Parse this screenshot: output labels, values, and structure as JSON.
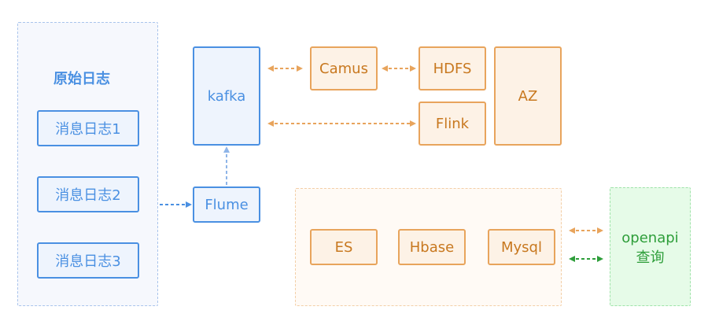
{
  "colors": {
    "blue": "#4a90e2",
    "orange": "#e8a45c",
    "green": "#2e9e3a",
    "panel_blue_bg": "#f6f8fd",
    "panel_orange_bg": "#fffaf5",
    "panel_green_bg": "#e6fbe8"
  },
  "raw_logs": {
    "title": "原始日志",
    "items": [
      "消息日志1",
      "消息日志2",
      "消息日志3"
    ]
  },
  "nodes": {
    "kafka": "kafka",
    "flume": "Flume",
    "camus": "Camus",
    "hdfs": "HDFS",
    "flink": "Flink",
    "az": "AZ",
    "es": "ES",
    "hbase": "Hbase",
    "mysql": "Mysql"
  },
  "query": {
    "line1": "openapi",
    "line2": "查询"
  }
}
